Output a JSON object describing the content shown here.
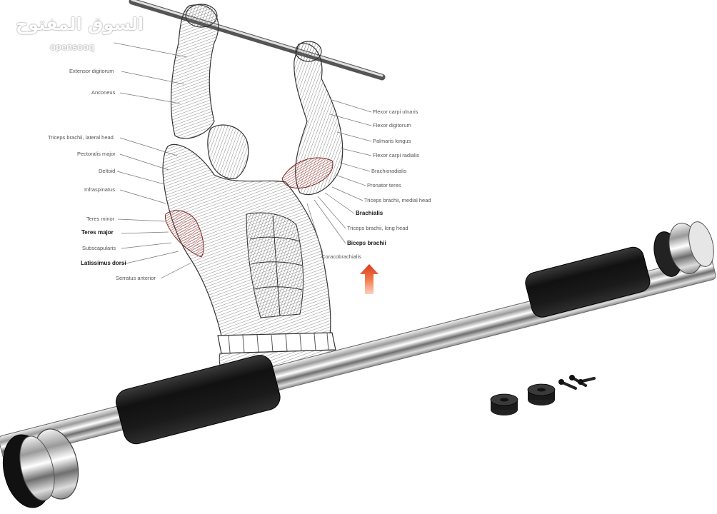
{
  "watermark": {
    "arabic": "السوق المفتوح",
    "latin": "opensooq"
  },
  "labels_left": [
    "Extensor digitorum",
    "Anconeus",
    "Triceps brachii, lateral head",
    "Pectoralis major",
    "Deltoid",
    "Infraspinatus",
    "Teres minor",
    "Teres major",
    "Subscapularis",
    "Latissimus dorsi",
    "Serratus anterior"
  ],
  "labels_right": [
    "Flexor carpi ulnaris",
    "Flexor digitorum",
    "Palmaris longus",
    "Flexor carpi radialis",
    "Brachioradialis",
    "Pronator teres",
    "Triceps brachii, medial head",
    "Brachialis",
    "Triceps brachii, long head",
    "Biceps brachii",
    "Coracobrachialis"
  ],
  "colors": {
    "muscle_highlight": "#c0504d",
    "arrow": "#e8542a",
    "foam": "#1c1c1c",
    "chrome": "#c8c8c8"
  }
}
